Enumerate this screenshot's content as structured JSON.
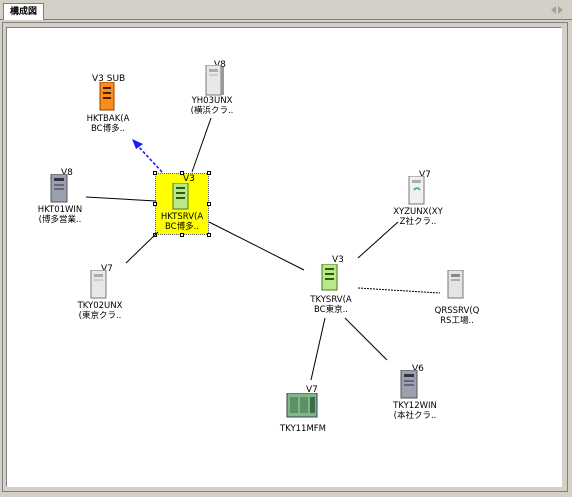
{
  "tab": {
    "label": "構成図"
  },
  "nodes": [
    {
      "id": "hktbak",
      "version": "V3 SUB",
      "name_line1": "HKTBAK(A",
      "name_line2": "BC博多..",
      "icon": "orange-server-icon"
    },
    {
      "id": "yh03unx",
      "version": "V8",
      "name_line1": "YH03UNX",
      "name_line2": "(横浜クラ..",
      "icon": "server-icon"
    },
    {
      "id": "hkt01win",
      "version": "V8",
      "name_line1": "HKT01WIN",
      "name_line2": "(博多営業..",
      "icon": "windows-server-icon"
    },
    {
      "id": "hktsrv",
      "version": "V3",
      "name_line1": "HKTSRV(A",
      "name_line2": "BC博多..",
      "icon": "green-server-icon"
    },
    {
      "id": "tky02unx",
      "version": "V7",
      "name_line1": "TKY02UNX",
      "name_line2": "(東京クラ..",
      "icon": "server-icon"
    },
    {
      "id": "xyzunx",
      "version": "V7",
      "name_line1": "XYZUNX(XY",
      "name_line2": "Z社クラ..",
      "icon": "server-icon"
    },
    {
      "id": "tkysrv",
      "version": "V3",
      "name_line1": "TKYSRV(A",
      "name_line2": "BC東京..",
      "icon": "green-server-icon"
    },
    {
      "id": "qrssrv",
      "version": "",
      "name_line1": "QRSSRV(Q",
      "name_line2": "RS工場..",
      "icon": "server-icon"
    },
    {
      "id": "tky12win",
      "version": "V6",
      "name_line1": "TKY12WIN",
      "name_line2": "(本社クラ..",
      "icon": "windows-server-icon"
    },
    {
      "id": "tky11mfm",
      "version": "V7",
      "name_line1": "TKY11MFM",
      "name_line2": "",
      "icon": "mainframe-icon"
    }
  ]
}
